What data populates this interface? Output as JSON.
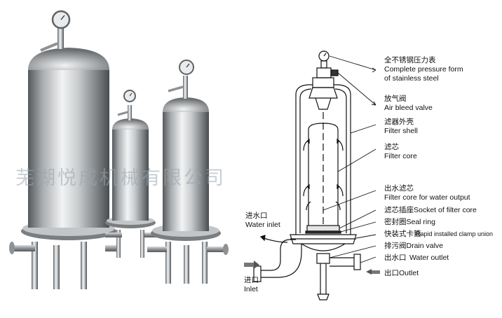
{
  "watermark": "芜湖悦成机械有限公司",
  "labels": {
    "gauge_cn": "全不锈钢压力表",
    "gauge_en1": "Complete pressure form",
    "gauge_en2": "of stainless steel",
    "bleed_cn": "放气阀",
    "bleed_en": "Air bleed valve",
    "shell_cn": "滤器外壳",
    "shell_en": "Filter shell",
    "core_cn": "滤芯",
    "core_en": "Filter core",
    "out_core_cn": "出水滤芯",
    "out_core_en": "Filter core for water output",
    "socket": "滤芯插座Socket of filter core",
    "seal": "密封圈Seal ring",
    "clamp_cn": "快装式卡箍",
    "clamp_en": "Rapid installed clamp union",
    "drain": "排污阀Drain valve",
    "water_out_cn": "出水口",
    "water_out_en": "Water outlet",
    "outlet": "出口Outlet",
    "water_in_cn": "进水口",
    "water_in_en": "Water inlet",
    "inlet_cn": "进口",
    "inlet_en": "Inlet"
  },
  "colors": {
    "steel_dark": "#5f6366",
    "steel_light": "#eceeef",
    "line": "#111111",
    "watermark": "#9aa7b0"
  },
  "icons": [
    "pressure-gauge-icon",
    "arrow-left-icon",
    "arrow-right-icon"
  ]
}
